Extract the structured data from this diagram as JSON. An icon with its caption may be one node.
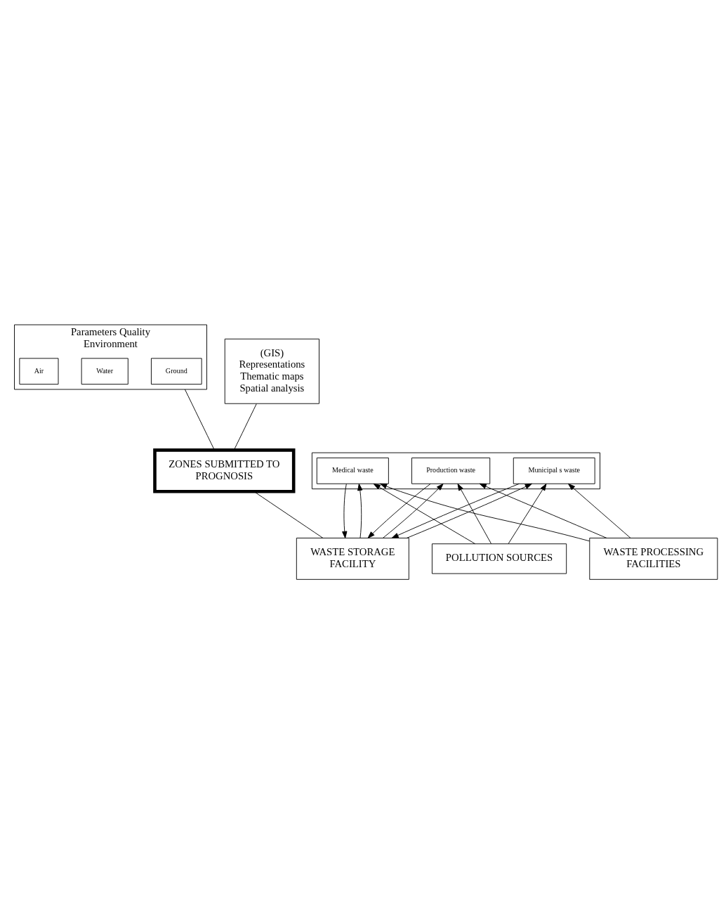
{
  "diagram": {
    "nodes": [
      {
        "text": [
          "Parameters Quality Environment"
        ]
      },
      {
        "text": [
          "Ground"
        ],
        "in": 0
      },
      {
        "text": [
          "Water"
        ],
        "in": 0
      },
      {
        "text": [
          "Air"
        ],
        "in": 0
      },
      {
        "text": [
          "(GIS) Representations Thematic maps Spatial analysis"
        ]
      },
      {
        "text": [
          "ZONES SUBMITTED TO PROGNOSIS"
        ]
      },
      {
        "text": [],
        "shape": "box"
      },
      {
        "text": [
          "Municipal s waste"
        ],
        "in": 6
      },
      {
        "text": [
          "Production waste"
        ],
        "in": 6
      },
      {
        "text": [
          "Medical waste"
        ],
        "in": 6
      },
      {
        "text": [
          "WASTE STORAGE FACILITY"
        ]
      },
      {
        "text": [
          "POLLUTION SOURCES"
        ]
      },
      {
        "text": [
          "WASTE PROCESSING FACILITIES"
        ]
      }
    ],
    "edges": [
      {
        "from": 0,
        "to": 5,
        "arrow": "none"
      },
      {
        "from": 4,
        "to": 5,
        "arrow": "none"
      },
      {
        "from": 5,
        "to": 10,
        "arrow": "none"
      },
      {
        "from": 7,
        "to": 10,
        "arrow": "to"
      },
      {
        "from": 8,
        "to": 10,
        "arrow": "to"
      },
      {
        "from": 9,
        "to": 10,
        "arrow": "to"
      },
      {
        "from": 10,
        "to": 7,
        "arrow": "to"
      },
      {
        "from": 10,
        "to": 8,
        "arrow": "to"
      },
      {
        "from": 10,
        "to": 9,
        "arrow": "to"
      },
      {
        "from": 11,
        "to": 7,
        "arrow": "to"
      },
      {
        "from": 11,
        "to": 8,
        "arrow": "to"
      },
      {
        "from": 11,
        "to": 9,
        "arrow": "to"
      },
      {
        "from": 12,
        "to": 7,
        "arrow": "to"
      },
      {
        "from": 12,
        "to": 8,
        "arrow": "to"
      },
      {
        "from": 12,
        "to": 9,
        "arrow": "to"
      }
    ]
  }
}
